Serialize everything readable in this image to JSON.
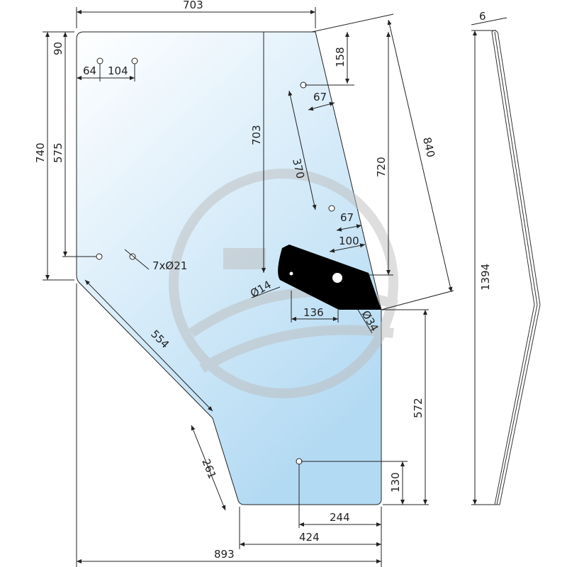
{
  "colors": {
    "glass_top": "#ffffff",
    "glass_bottom": "#b7dcf3",
    "hinge": "#000000",
    "watermark": "#c8c8c8"
  },
  "dimensions": {
    "top_width": "703",
    "hole_top_offset": "90",
    "hole_left_offset": "64",
    "hole_spacing": "104",
    "left_height": "740",
    "left_inner_height": "575",
    "center_height": "703",
    "right_top_offset": "158",
    "hole_offset_upper": "67",
    "diag_hole_spacing": "370",
    "hole_offset_lower": "67",
    "right_height": "720",
    "slant_length": "840",
    "hinge_width": "100",
    "holes": "7xØ21",
    "small_hole": "Ø14",
    "hinge_bottom": "136",
    "large_hole": "Ø34",
    "lower_slant": "554",
    "right_lower_height": "572",
    "bottom_slant": "261",
    "bottom_hole_height": "130",
    "bottom_hole_offset": "244",
    "bottom_width": "424",
    "total_width": "893",
    "thickness": "6",
    "total_height": "1394"
  }
}
